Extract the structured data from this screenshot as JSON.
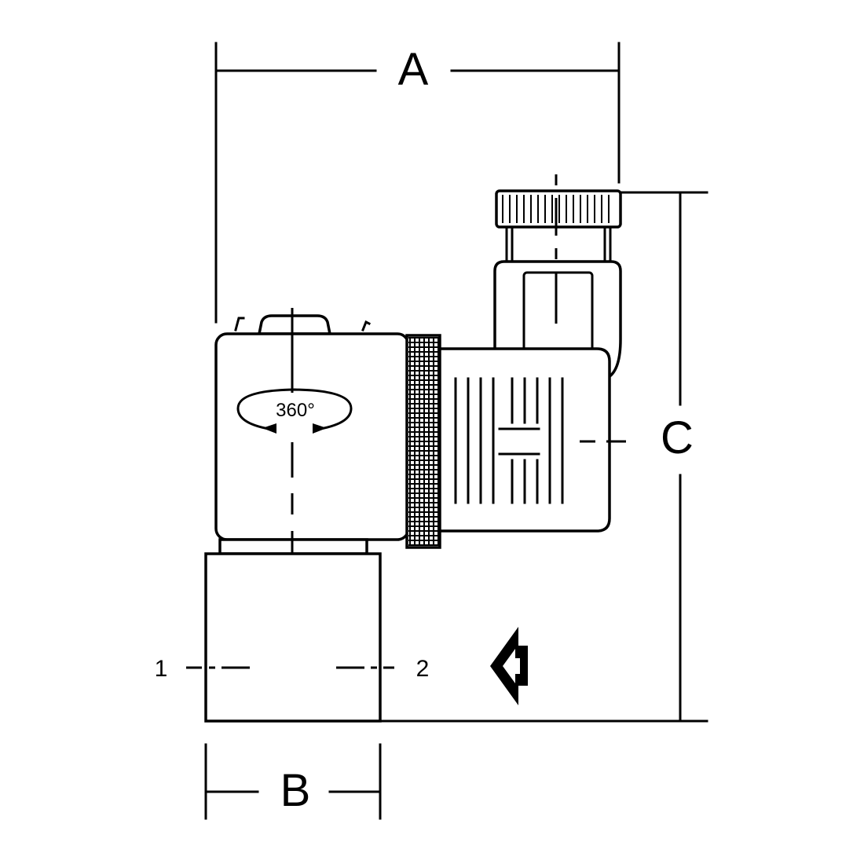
{
  "dimensions": {
    "a": "A",
    "b": "B",
    "c": "C"
  },
  "ports": {
    "inlet": "1",
    "outlet": "2"
  },
  "rotation_label": "360°",
  "icons": {
    "flow": "flow-direction-arrow-icon",
    "rotation": "rotation-360-icon"
  },
  "colors": {
    "line": "#000000",
    "background": "#ffffff"
  }
}
